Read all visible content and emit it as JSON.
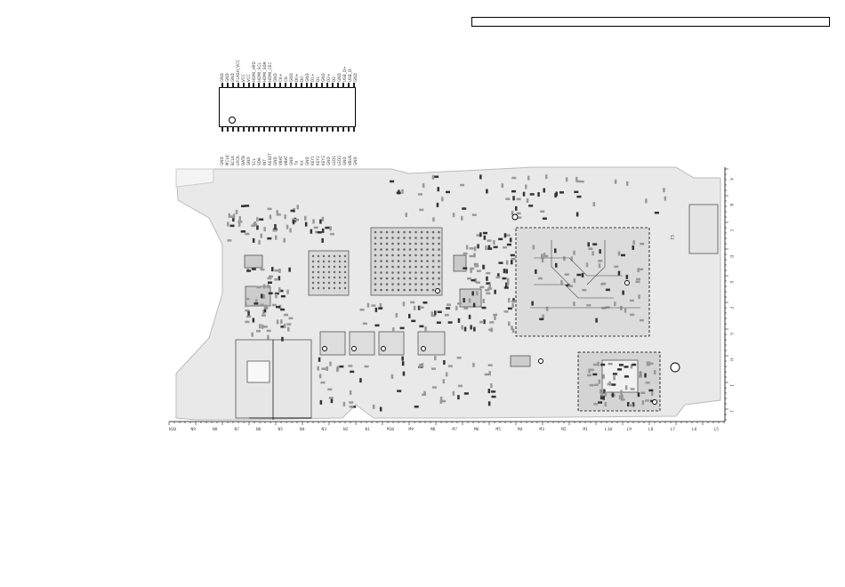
{
  "connector": {
    "top_labels": [
      "GND",
      "GND",
      "GND",
      "FLASH_VCC",
      "VCC",
      "VCC",
      "HDMI_HPD",
      "HDMI_SCL",
      "HDMI_SDA",
      "HDMI_CEC",
      "GND",
      "CK+",
      "CK-",
      "GND",
      "D0+",
      "D0-",
      "GND",
      "D1+",
      "D1-",
      "GND",
      "D2+",
      "D2-",
      "GND",
      "USB_D+",
      "USB_D-",
      "GND"
    ],
    "bottom_labels": [
      "GND",
      "MCLK",
      "BCLK",
      "LRCK",
      "DATA",
      "GND",
      "SCL",
      "SDA",
      "INT",
      "RESET",
      "GND",
      "VBAT",
      "VBAT",
      "GND",
      "TX",
      "RX",
      "GND",
      "KEY1",
      "KEY2",
      "KEY3",
      "GND",
      "LED1",
      "LED2",
      "GND",
      "VBUS",
      "GND"
    ]
  },
  "board": {
    "ruler_labels": [
      "N10",
      "N9",
      "N8",
      "N7",
      "N6",
      "N5",
      "N4",
      "N3",
      "N2",
      "N1",
      "M10",
      "M9",
      "M8",
      "M7",
      "M6",
      "M5",
      "M4",
      "M3",
      "M2",
      "M1",
      "L10",
      "L9",
      "L8",
      "L7",
      "L6",
      "L5"
    ],
    "side_labels": [
      "A",
      "B",
      "C",
      "D",
      "E",
      "F",
      "G",
      "H",
      "I",
      "J"
    ],
    "s1_label": "S1"
  }
}
